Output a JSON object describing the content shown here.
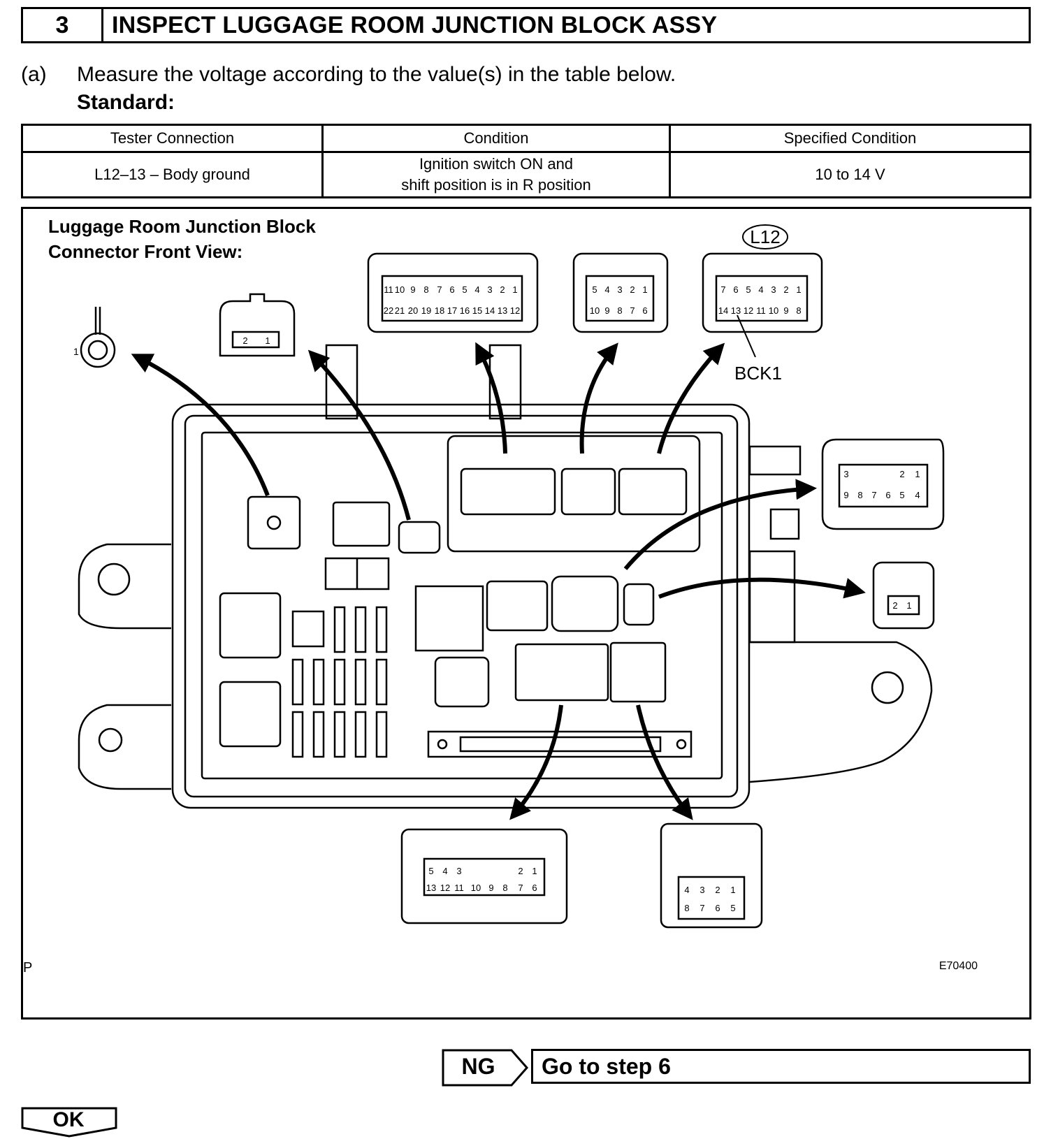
{
  "step": {
    "number": "3",
    "title": "INSPECT LUGGAGE ROOM JUNCTION BLOCK ASSY"
  },
  "instruction": {
    "letter": "(a)",
    "text": "Measure the voltage according to the value(s) in the table below.",
    "standard_label": "Standard:"
  },
  "spec_table": {
    "headers": [
      "Tester Connection",
      "Condition",
      "Specified Condition"
    ],
    "row": {
      "connection": "L12–13 – Body ground",
      "condition_line1": "Ignition switch ON and",
      "condition_line2": "shift position is in R position",
      "specified": "10 to 14 V"
    }
  },
  "figure": {
    "title_line1": "Luggage Room Junction Block",
    "title_line2": "Connector Front View:",
    "connector_id": "L12",
    "bck_label": "BCK1",
    "ground_terminal": "1",
    "corner_letter": "P",
    "figure_code": "E70400"
  },
  "navigation": {
    "ng_label": "NG",
    "ng_target": "Go to step 6",
    "ok_label": "OK"
  },
  "colors": {
    "ink": "#000000",
    "paper": "#ffffff"
  }
}
